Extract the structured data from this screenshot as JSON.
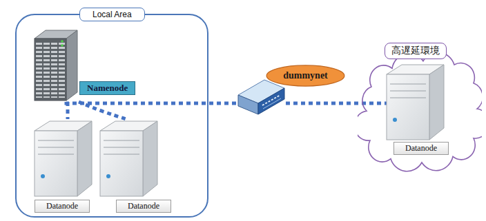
{
  "diagram": {
    "nodes": [
      {
        "text": [
          "Local Area"
        ]
      },
      {
        "text": [
          "Namenode"
        ],
        "in": 0
      },
      {
        "text": [
          "Datanode"
        ],
        "in": 0
      },
      {
        "text": [
          "Datanode"
        ],
        "in": 0
      },
      {
        "text": [
          "dummynet"
        ]
      },
      {
        "text": [
          "高遅延環境"
        ]
      },
      {
        "text": [
          "Datanode"
        ],
        "in": 5
      }
    ],
    "edges": [
      {
        "from": 1,
        "to": 2,
        "arrow": "none"
      },
      {
        "from": 1,
        "to": 3,
        "arrow": "none"
      },
      {
        "from": 1,
        "to": 4,
        "arrow": "none"
      },
      {
        "from": 4,
        "to": 6,
        "arrow": "none"
      }
    ]
  }
}
